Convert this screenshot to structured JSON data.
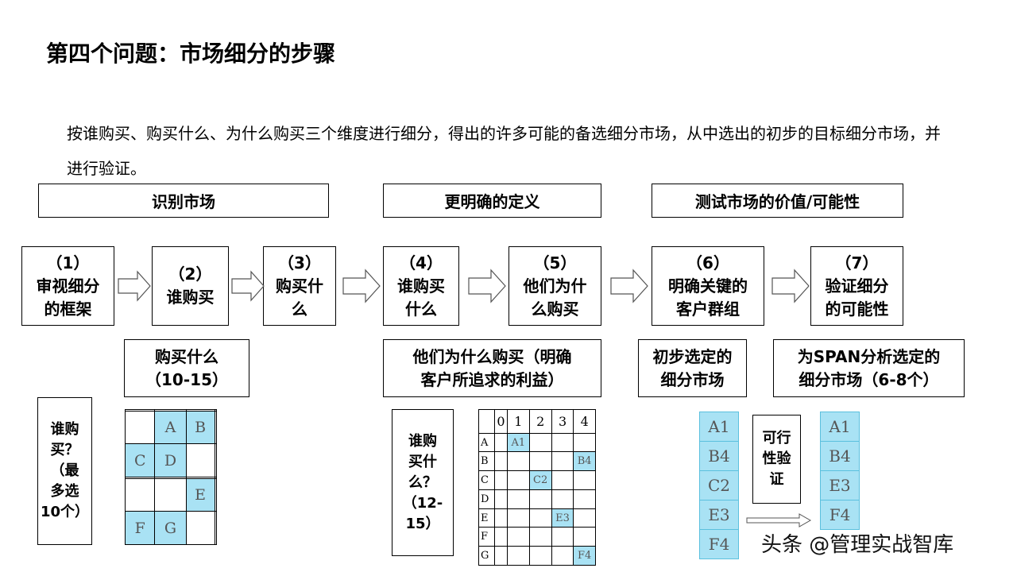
{
  "title": "第四个问题：市场细分的步骤",
  "intro": "按谁购买、购买什么、为什么购买三个维度进行细分，得出的许多可能的备选细分市场，从中选出的初步的目标细分市场，并进行验证。",
  "phases": [
    "识别市场",
    "更明确的定义",
    "测试市场的价值/可能性"
  ],
  "steps": [
    {
      "num": "（1）",
      "l1": "审视细分",
      "l2": "的框架"
    },
    {
      "num": "（2）",
      "l1": "谁购买",
      "l2": ""
    },
    {
      "num": "（3）",
      "l1": "购买什",
      "l2": "么"
    },
    {
      "num": "（4）",
      "l1": "谁购买",
      "l2": "什么"
    },
    {
      "num": "（5）",
      "l1": "他们为什",
      "l2": "么购买"
    },
    {
      "num": "（6）",
      "l1": "明确关键的",
      "l2": "客户群组"
    },
    {
      "num": "（7）",
      "l1": "验证细分",
      "l2": "的可能性"
    }
  ],
  "notes": [
    {
      "l1": "购买什么",
      "l2": "（10-15）"
    },
    {
      "l1": "他们为什么购买（明确",
      "l2": "客户所追求的利益）"
    },
    {
      "l1": "初步选定的",
      "l2": "细分市场"
    },
    {
      "l1": "为SPAN分析选定的",
      "l2": "细分市场（6-8个）"
    }
  ],
  "side_notes": {
    "who": [
      "谁购",
      "买？",
      "（最",
      "多选",
      "10个）"
    ],
    "who_what": [
      "谁购",
      "买什",
      "么？",
      "（12-",
      "15）"
    ],
    "feasibility": [
      "可行",
      "性验",
      "证"
    ]
  },
  "grid1": {
    "rows": 6,
    "cols": 4,
    "cells": [
      {
        "r": 1,
        "c": 1,
        "t": "A"
      },
      {
        "r": 1,
        "c": 2,
        "t": "B"
      },
      {
        "r": 2,
        "c": 0,
        "t": "C"
      },
      {
        "r": 2,
        "c": 1,
        "t": "D"
      },
      {
        "r": 4,
        "c": 2,
        "t": "E"
      },
      {
        "r": 5,
        "c": 0,
        "t": "F"
      },
      {
        "r": 5,
        "c": 1,
        "t": "G"
      }
    ]
  },
  "grid2": {
    "col_headers": [
      "",
      "0",
      "1",
      "2",
      "3",
      "4"
    ],
    "row_headers": [
      "A",
      "B",
      "C",
      "D",
      "E",
      "F",
      "G"
    ],
    "cells": [
      {
        "r": 0,
        "c": 2,
        "t": "A1"
      },
      {
        "r": 1,
        "c": 5,
        "t": "B4"
      },
      {
        "r": 2,
        "c": 3,
        "t": "C2"
      },
      {
        "r": 4,
        "c": 4,
        "t": "E3"
      },
      {
        "r": 6,
        "c": 5,
        "t": "F4"
      }
    ]
  },
  "initial_segments": [
    "A1",
    "B4",
    "C2",
    "E3",
    "F4"
  ],
  "final_segments": [
    "A1",
    "B4",
    "E3",
    "F4"
  ],
  "watermark": "头条 @管理实战智库",
  "colors": {
    "highlight": "#a9e2f4",
    "highlight_border": "#5bc0de"
  }
}
